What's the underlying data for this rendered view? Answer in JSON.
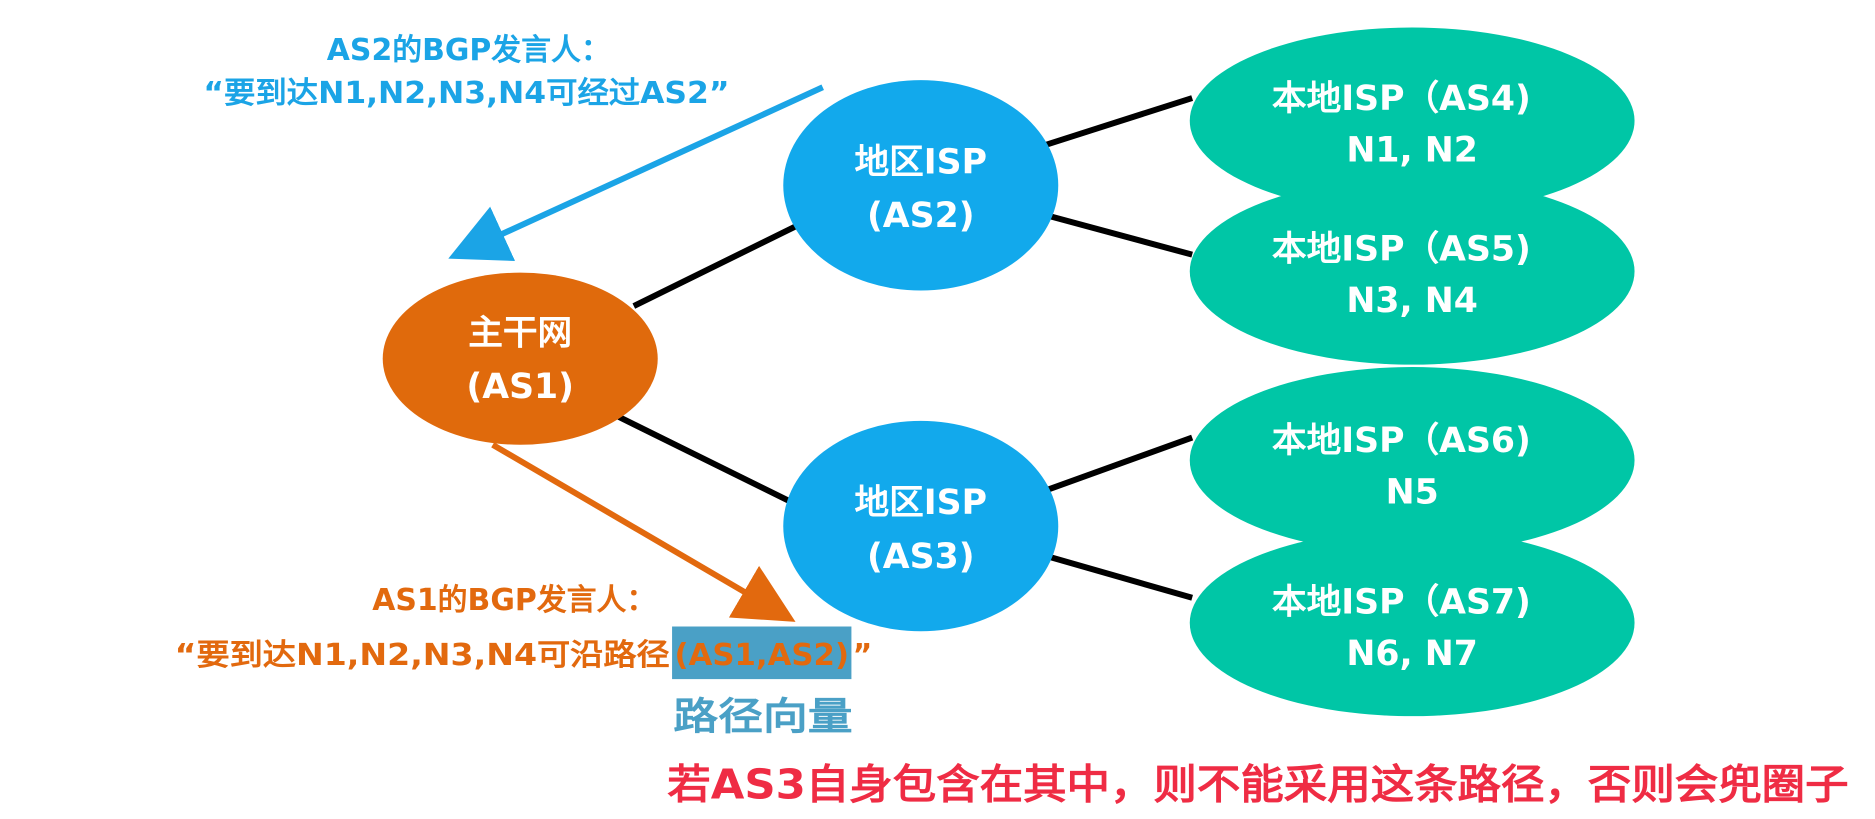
{
  "colors": {
    "backbone": "#e06a0c",
    "regional": "#12a9ec",
    "local": "#00c6a6",
    "as2_announcement": "#1ba4e6",
    "as1_announcement": "#e2690e",
    "path_vector": "#4aa0c6",
    "warning": "#ef2c44"
  },
  "nodes": {
    "as1": {
      "line1": "主干网",
      "line2": "(AS1)"
    },
    "as2": {
      "line1": "地区ISP",
      "line2": "(AS2)"
    },
    "as3": {
      "line1": "地区ISP",
      "line2": "(AS3)"
    },
    "as4": {
      "line1": "本地ISP（AS4)",
      "line2": "N1, N2"
    },
    "as5": {
      "line1": "本地ISP（AS5)",
      "line2": "N3, N4"
    },
    "as6": {
      "line1": "本地ISP（AS6)",
      "line2": "N5"
    },
    "as7": {
      "line1": "本地ISP（AS7)",
      "line2": "N6, N7"
    }
  },
  "annotations": {
    "as2_speaker_title": "AS2的BGP发言人：",
    "as2_speaker_message": "“要到达N1,N2,N3,N4可经过AS2”",
    "as1_speaker_title": "AS1的BGP发言人：",
    "as1_speaker_message_prefix": "“要到达N1,N2,N3,N4可沿路径",
    "as1_speaker_path": "(AS1,AS2)",
    "as1_speaker_message_suffix": "”",
    "path_vector_label": "路径向量",
    "loop_warning": "若AS3自身包含在其中，则不能采用这条路径，否则会兜圈子"
  }
}
